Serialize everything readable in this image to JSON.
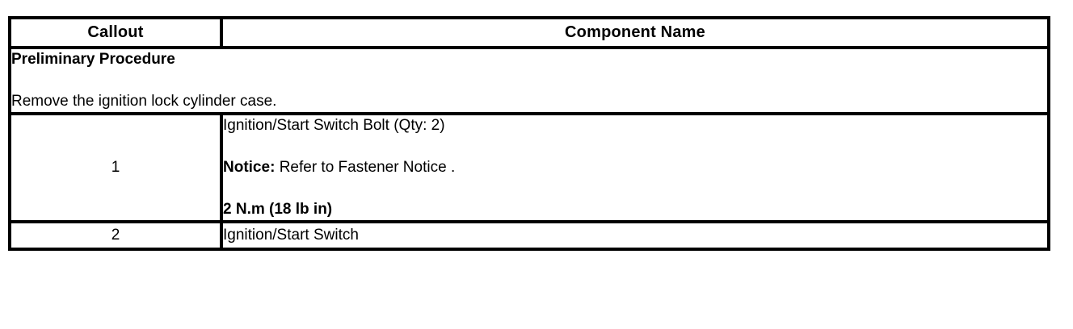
{
  "table": {
    "columns": [
      {
        "key": "callout",
        "header": "Callout"
      },
      {
        "key": "component_name",
        "header": "Component Name"
      }
    ],
    "preliminary": {
      "title": "Preliminary Procedure",
      "step": "Remove the ignition lock cylinder case."
    },
    "rows": [
      {
        "callout": "1",
        "component_name": "Ignition/Start Switch Bolt (Qty: 2)",
        "notice_label": "Notice:",
        "notice_text": "Refer to Fastener Notice .",
        "torque": "2 N.m (18 lb in)"
      },
      {
        "callout": "2",
        "component_name": "Ignition/Start Switch"
      }
    ]
  },
  "colors": {
    "border": "#000000",
    "background": "#ffffff",
    "text": "#000000"
  }
}
